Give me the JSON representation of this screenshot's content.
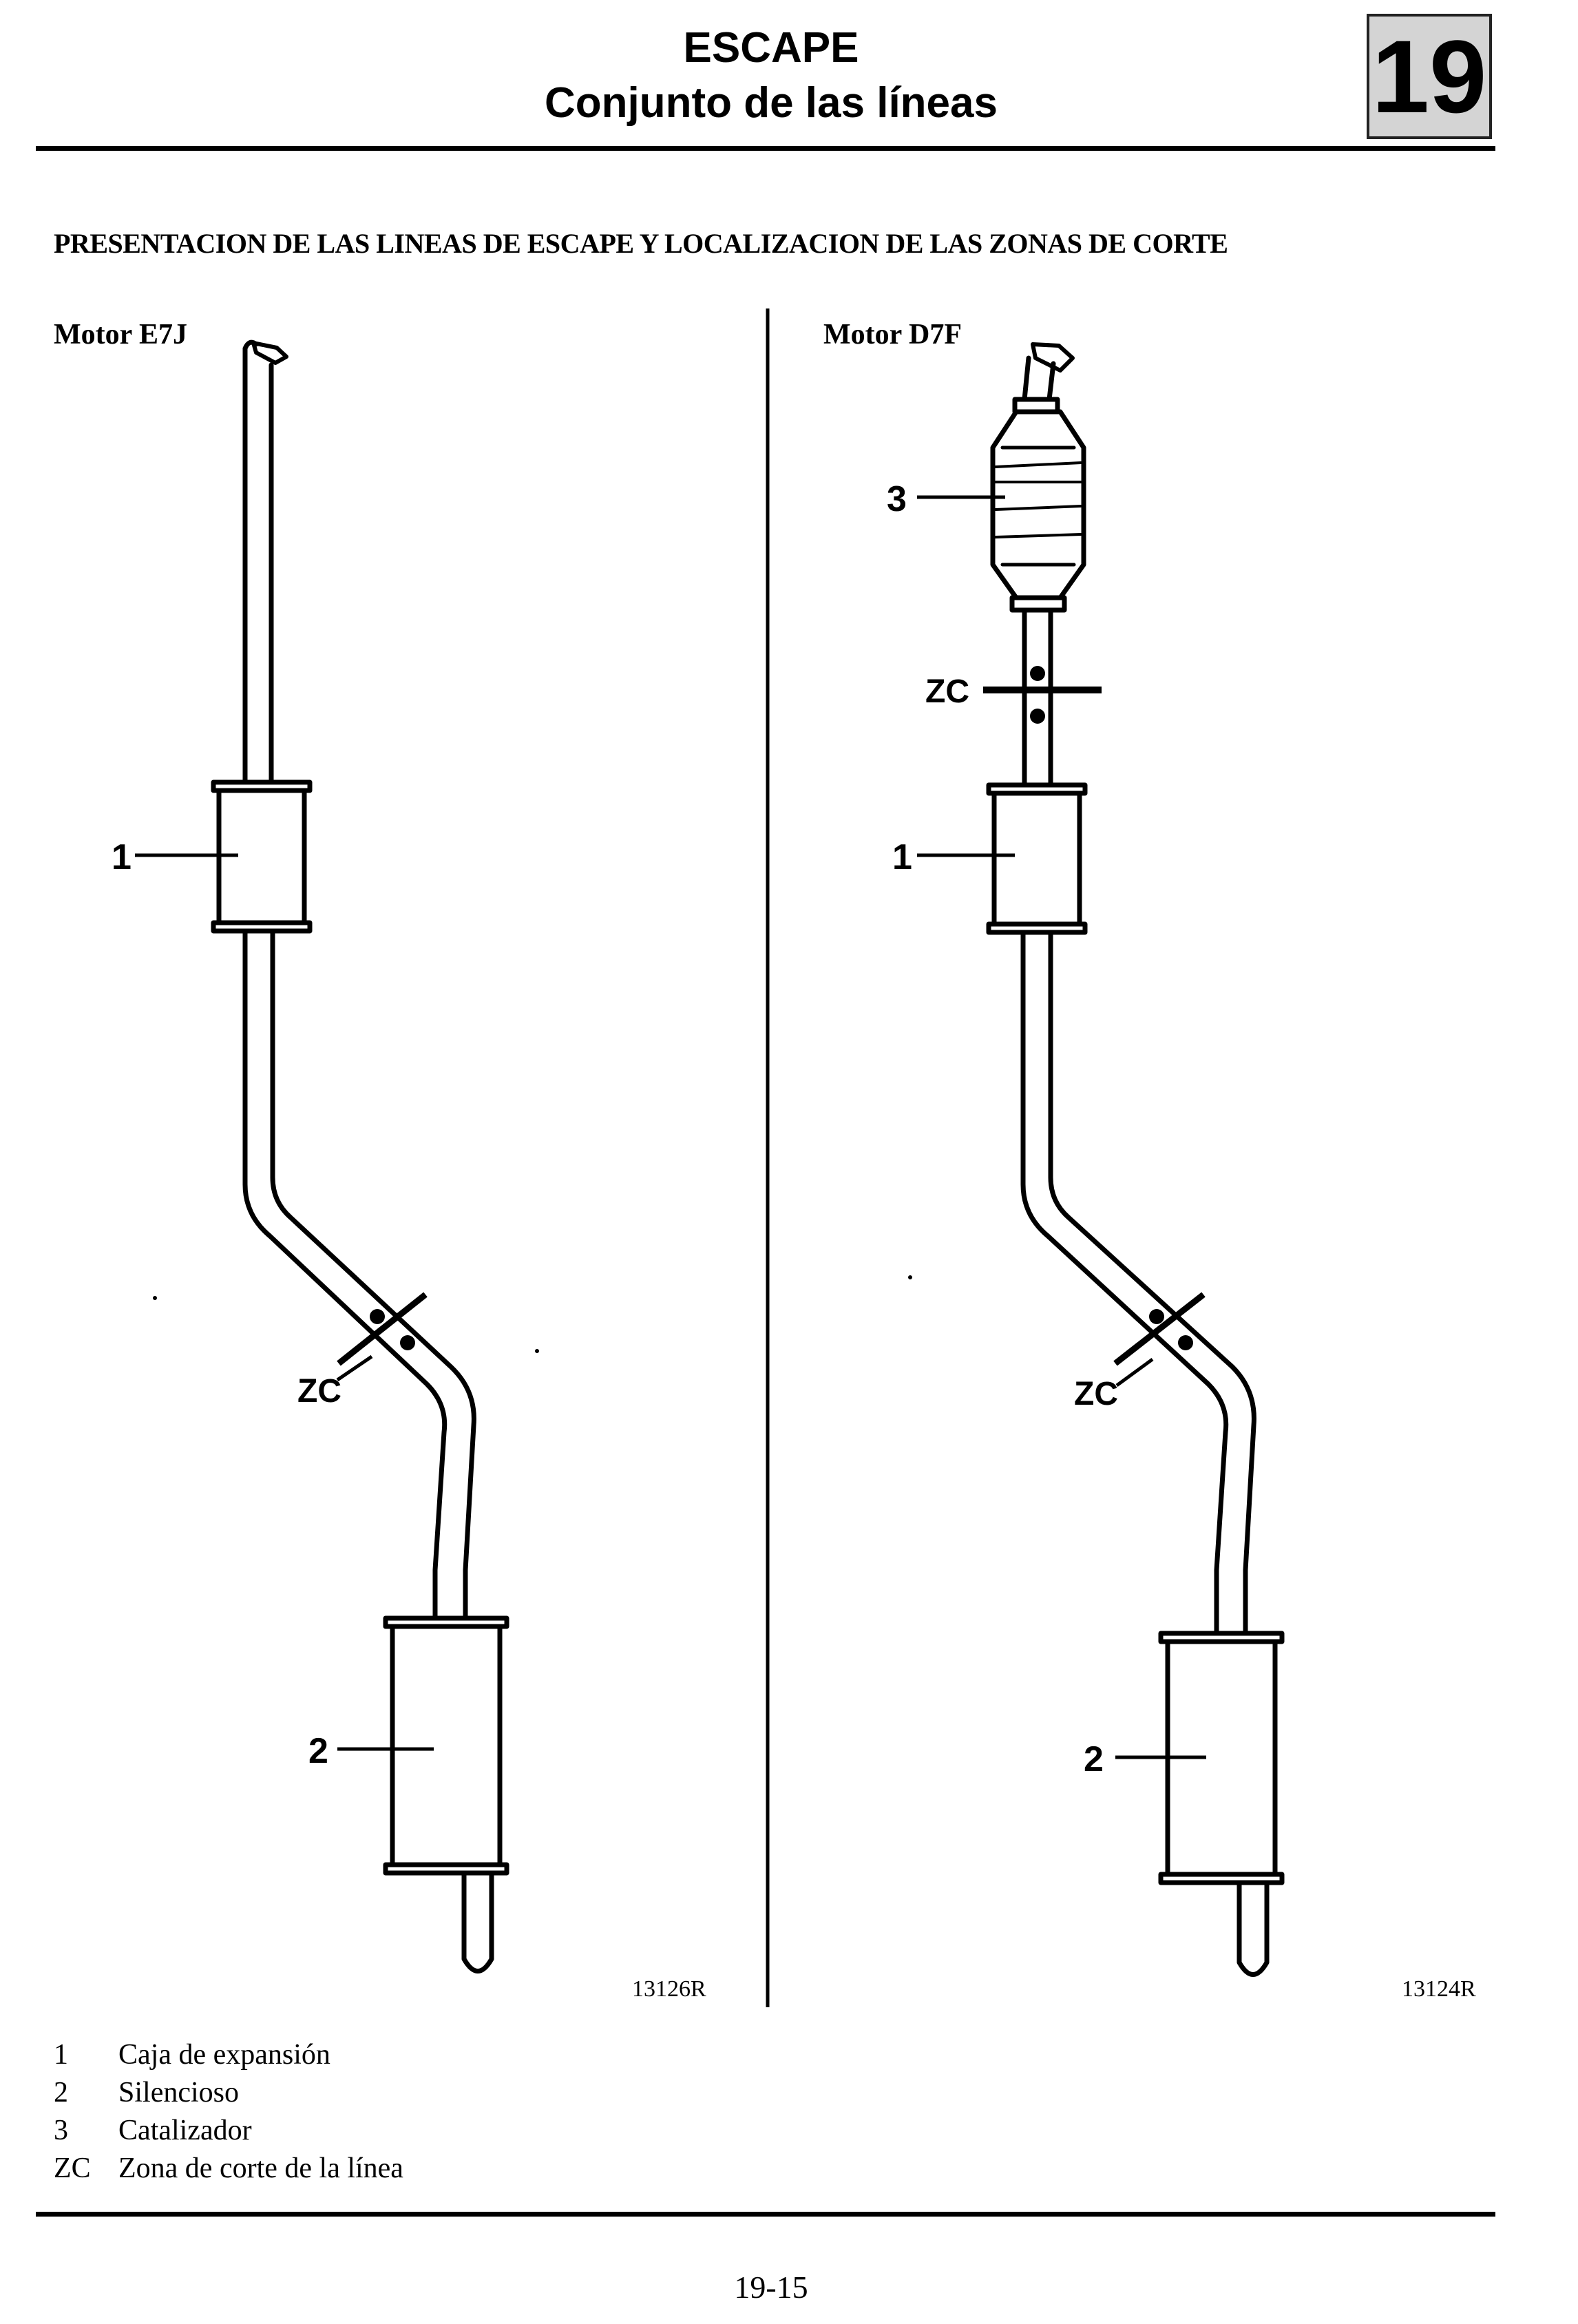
{
  "header": {
    "title_line1": "ESCAPE",
    "title_line2": "Conjunto de las líneas",
    "chapter_number": "19"
  },
  "section_title": "PRESENTACION DE LAS LINEAS DE ESCAPE Y LOCALIZACION DE LAS ZONAS DE CORTE",
  "diagrams": {
    "left": {
      "motor_label": "Motor E7J",
      "reference": "13126R",
      "callouts": {
        "c1": "1",
        "c2": "2",
        "zc": "ZC"
      }
    },
    "right": {
      "motor_label": "Motor D7F",
      "reference": "13124R",
      "callouts": {
        "c3": "3",
        "zc": "ZC",
        "c1": "1",
        "c2": "2"
      }
    }
  },
  "legend": [
    {
      "key": "1",
      "text": "Caja de expansión"
    },
    {
      "key": "2",
      "text": "Silencioso"
    },
    {
      "key": "3",
      "text": "Catalizador"
    },
    {
      "key": "ZC",
      "text": "Zona de corte de la línea"
    }
  ],
  "footer": {
    "page_number": "19-15"
  }
}
